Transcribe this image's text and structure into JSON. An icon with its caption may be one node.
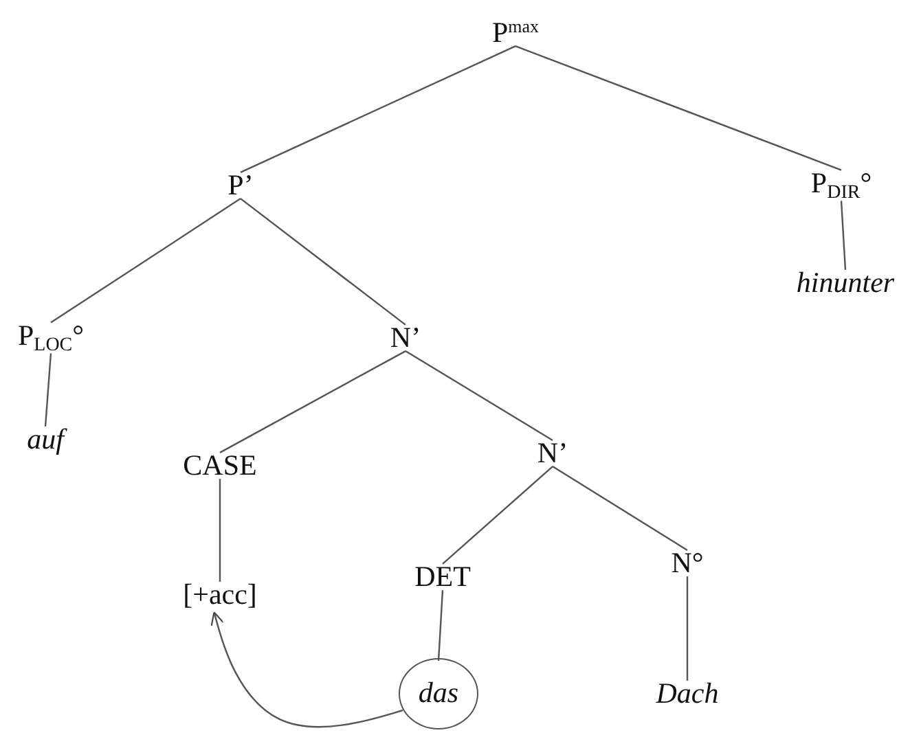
{
  "diagram": {
    "nodes": [
      {
        "text": [
          "P$^{max}$"
        ]
      },
      {
        "text": [
          "P’"
        ]
      },
      {
        "text": [
          "P$_{DIR}$°"
        ]
      },
      {
        "text": [
          "hinunter"
        ]
      },
      {
        "text": [
          "P$_{LOC}$°"
        ]
      },
      {
        "text": [
          "N’"
        ]
      },
      {
        "text": [
          "auf"
        ]
      },
      {
        "text": [
          "CASE"
        ]
      },
      {
        "text": [
          "N’"
        ]
      },
      {
        "text": [
          "[+acc]"
        ]
      },
      {
        "text": [
          "DET"
        ]
      },
      {
        "text": [
          "N°"
        ]
      },
      {
        "text": [
          "das"
        ]
      },
      {
        "text": [
          "Dach"
        ]
      }
    ],
    "edges": [
      {
        "from": 0,
        "to": 1,
        "arrow": "none"
      },
      {
        "from": 0,
        "to": 2,
        "arrow": "none"
      },
      {
        "from": 2,
        "to": 3,
        "arrow": "none"
      },
      {
        "from": 1,
        "to": 4,
        "arrow": "none"
      },
      {
        "from": 1,
        "to": 5,
        "arrow": "none"
      },
      {
        "from": 4,
        "to": 6,
        "arrow": "none"
      },
      {
        "from": 5,
        "to": 7,
        "arrow": "none"
      },
      {
        "from": 5,
        "to": 8,
        "arrow": "none"
      },
      {
        "from": 7,
        "to": 9,
        "arrow": "none"
      },
      {
        "from": 8,
        "to": 10,
        "arrow": "none"
      },
      {
        "from": 8,
        "to": 11,
        "arrow": "none"
      },
      {
        "from": 10,
        "to": 12,
        "arrow": "none"
      },
      {
        "from": 11,
        "to": 13,
        "arrow": "none"
      },
      {
        "from": 12,
        "to": 9,
        "arrow": "to"
      }
    ]
  }
}
